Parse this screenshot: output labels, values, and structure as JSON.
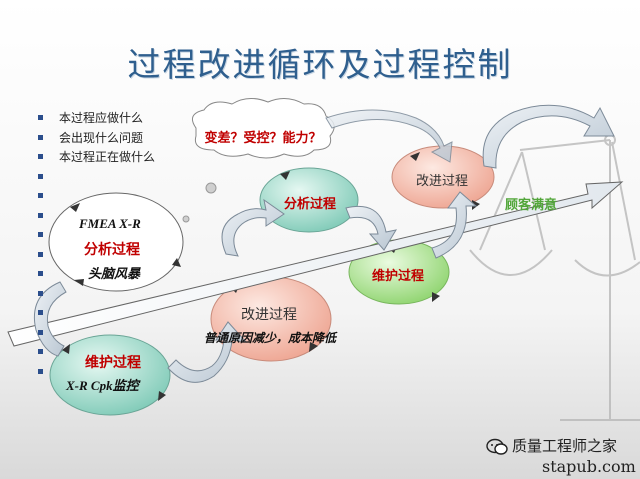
{
  "title": "过程改进循环及过程控制",
  "bullets": [
    "本过程应做什么",
    "会出现什么问题",
    "本过程正在做什么",
    "",
    "",
    "",
    "",
    "",
    "",
    "",
    "",
    "",
    "",
    "",
    "",
    ""
  ],
  "cloud": "变差？受控？能力？",
  "left_circle": {
    "line1": "FMEA   X-R",
    "line2": "分析过程",
    "line3": "头脑风暴"
  },
  "bottom_left_circle": {
    "line1": "维护过程",
    "line2": "X-R   Cpk监控"
  },
  "bottom_mid_circle": {
    "line1": "改进过程",
    "line2": "普通原因减少，成本降低"
  },
  "upper_mid_circle": "分析过程",
  "right_mid_circle": "维护过程",
  "upper_right_circle": "改进过程",
  "arrow_label": "顾客满意",
  "watermark": {
    "name": "质量工程师之家",
    "url": "stapub.com"
  },
  "colors": {
    "title": "#2f5f8e",
    "teal": "#8fd3c2",
    "salmon": "#f2b7a8",
    "green": "#a6e08a",
    "cloud_text": "#c00000",
    "bullet": "#2b4e8c"
  }
}
